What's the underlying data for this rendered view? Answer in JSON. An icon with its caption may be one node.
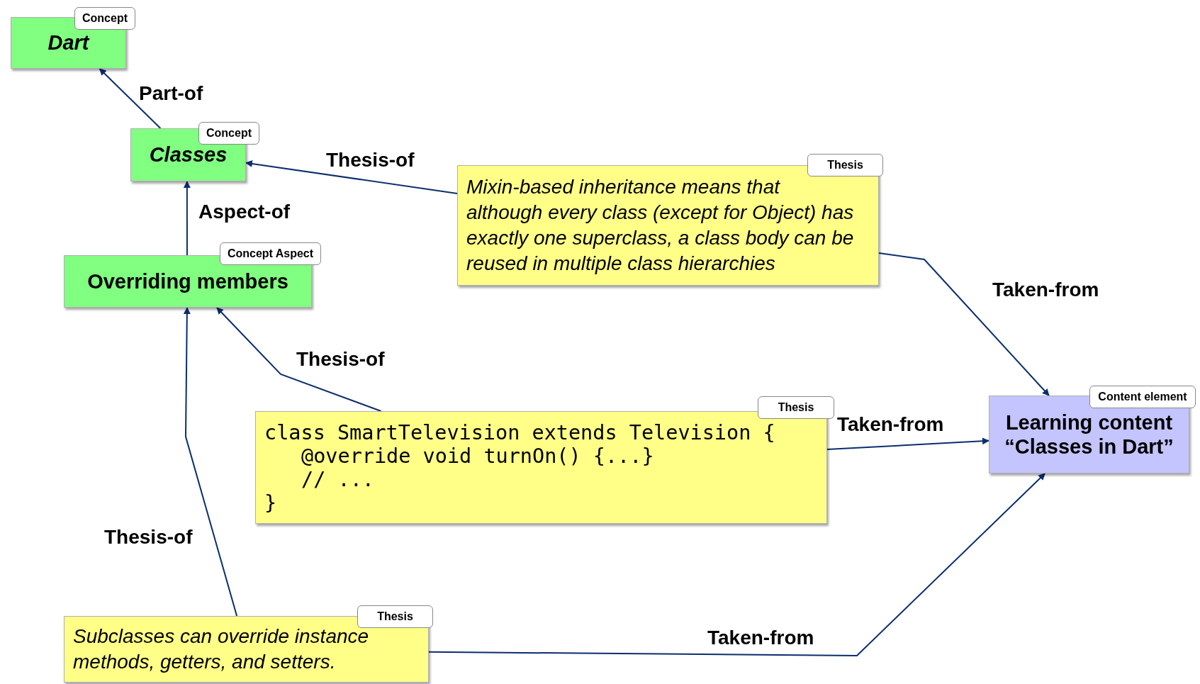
{
  "diagram": {
    "nodes": [
      {
        "text": [
          "Concept",
          "Dart"
        ]
      },
      {
        "text": [
          "Concept",
          "Classes"
        ]
      },
      {
        "text": [
          "Concept Aspect",
          "Overriding members"
        ]
      },
      {
        "text": [
          "Thesis",
          "Mixin-based inheritance means that although every class (except for Object) has exactly one superclass, a class body can be reused in multiple class hierarchies"
        ]
      },
      {
        "text": [
          "Thesis",
          "class SmartTelevision extends Television {",
          "@override void turnOn() {...}",
          "// ...",
          "}"
        ]
      },
      {
        "text": [
          "Content element",
          "Learning content “Classes in Dart”"
        ]
      },
      {
        "text": [
          "Thesis",
          "Subclasses can override instance methods, getters, and setters."
        ]
      }
    ],
    "edges": [
      {
        "from": 1,
        "to": 0,
        "arrow": "to",
        "label": "Part-of"
      },
      {
        "from": 3,
        "to": 1,
        "arrow": "to",
        "label": "Thesis-of"
      },
      {
        "from": 2,
        "to": 1,
        "arrow": "to",
        "label": "Aspect-of"
      },
      {
        "from": 4,
        "to": 2,
        "arrow": "to",
        "label": "Thesis-of"
      },
      {
        "from": 6,
        "to": 2,
        "arrow": "to",
        "label": "Thesis-of"
      },
      {
        "from": 3,
        "to": 5,
        "arrow": "to",
        "label": "Taken-from"
      },
      {
        "from": 4,
        "to": 5,
        "arrow": "to",
        "label": "Taken-from"
      },
      {
        "from": 6,
        "to": 5,
        "arrow": "to",
        "label": "Taken-from"
      }
    ]
  }
}
